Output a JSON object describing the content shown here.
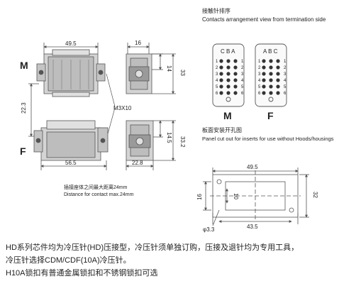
{
  "colors": {
    "line": "#555555",
    "body_fill": "#c9c9c9",
    "pin_fill": "#333333",
    "text": "#222222"
  },
  "mating_view": {
    "title_cn": "接触针排序",
    "title_en": "Contacts arrangement view from termination side",
    "columns_m": "C B A",
    "columns_f": "A B C"
  },
  "male": {
    "label": "M",
    "dims": {
      "width": "49.5",
      "side": "16",
      "s1": "14",
      "s2": "33"
    }
  },
  "female": {
    "label": "F",
    "dims": {
      "width": "56.5",
      "side": "22.8",
      "s1": "14.5",
      "s2": "33.2"
    }
  },
  "left_dim": "22.3",
  "screw_label": "M3X10",
  "pin_rows": [
    "1",
    "2",
    "3",
    "4",
    "5",
    "6"
  ],
  "distance_note": {
    "cn": "插接座体之间最大距离24mm",
    "en": "Distance for contact max.24mm"
  },
  "panel": {
    "title_cn": "板面安装开孔图",
    "title_en": "Panel cut out for inserts for use without Hoods/housings",
    "dims": {
      "w1": "49.5",
      "w2": "43.5",
      "h1": "16",
      "h2": "10",
      "h3": "32",
      "hole": "φ3.3"
    }
  },
  "notes": [
    "HD系列芯件均为冷压针(HD)压接型，冷压针须单独订购，压接及退针均为专用工具，",
    "冷压针选择CDM/CDF(10A)冷压针。",
    "H10A锁扣有普通金属锁扣和不锈钢锁扣可选"
  ]
}
